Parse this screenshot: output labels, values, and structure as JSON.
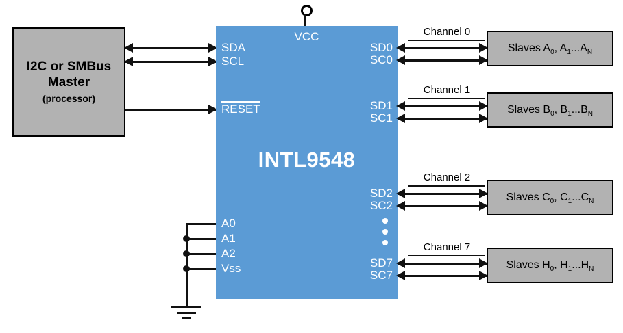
{
  "diagram": {
    "colors": {
      "mux_fill": "#5b9bd5",
      "gray_fill": "#b2b2b2",
      "line_color": "#111111",
      "pin_text": "#ffffff"
    },
    "master": {
      "line1": "I2C or SMBus",
      "line2": "Master",
      "line3": "(processor)"
    },
    "mux": {
      "title": "INTL9548",
      "vcc": "VCC",
      "pins_left": {
        "sda": "SDA",
        "scl": "SCL",
        "reset": "RESET",
        "a0": "A0",
        "a1": "A1",
        "a2": "A2",
        "vss": "Vss"
      }
    },
    "channels": [
      {
        "label": "Channel 0",
        "sd": "SD0",
        "sc": "SC0",
        "slave_prefix": "Slaves A",
        "sub0": "0",
        "mid": ", A",
        "sub1": "1",
        "tail": "...A",
        "subn": "N"
      },
      {
        "label": "Channel 1",
        "sd": "SD1",
        "sc": "SC1",
        "slave_prefix": "Slaves B",
        "sub0": "0",
        "mid": ", B",
        "sub1": "1",
        "tail": "...B",
        "subn": "N"
      },
      {
        "label": "Channel 2",
        "sd": "SD2",
        "sc": "SC2",
        "slave_prefix": "Slaves C",
        "sub0": "0",
        "mid": ", C",
        "sub1": "1",
        "tail": "...C",
        "subn": "N"
      },
      {
        "label": "Channel 7",
        "sd": "SD7",
        "sc": "SC7",
        "slave_prefix": "Slaves H",
        "sub0": "0",
        "mid": ", H",
        "sub1": "1",
        "tail": "...H",
        "subn": "N"
      }
    ]
  }
}
